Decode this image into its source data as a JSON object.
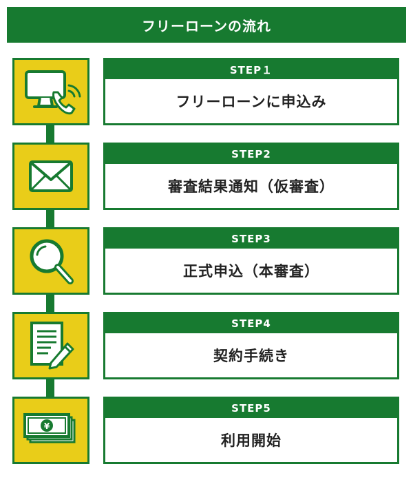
{
  "title": "フリーローンの流れ",
  "colors": {
    "green": "#177a30",
    "yellow": "#e9cd19",
    "white": "#ffffff"
  },
  "steps": [
    {
      "label": "STEP１",
      "text": "フリーローンに申込み",
      "icon": "computer-phone-icon"
    },
    {
      "label": "STEP2",
      "text": "審査結果通知（仮審査）",
      "icon": "envelope-icon"
    },
    {
      "label": "STEP3",
      "text": "正式申込（本審査）",
      "icon": "magnifier-icon"
    },
    {
      "label": "STEP4",
      "text": "契約手続き",
      "icon": "document-pen-icon"
    },
    {
      "label": "STEP5",
      "text": "利用開始",
      "icon": "yen-banknote-icon"
    }
  ]
}
